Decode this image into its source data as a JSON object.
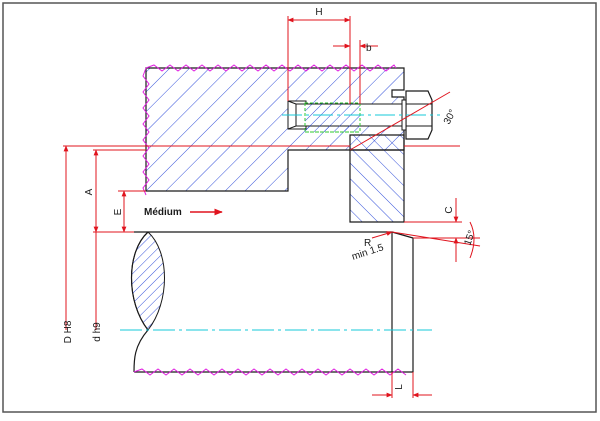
{
  "labels": {
    "H": "H",
    "b": "b",
    "angle_30": "30°",
    "A": "A",
    "E": "E",
    "medium": "Médium",
    "C": "C",
    "R": "R",
    "min15": "min 1.5",
    "angle_15": "15°",
    "DH8": "D H8",
    "dh9": "d h9",
    "L": "L"
  },
  "colors": {
    "outline": "#1a1a1a",
    "hatch": "#1f3fd6",
    "dimension": "#e0141e",
    "break_line": "#e020e0",
    "centerline": "#14c8d8",
    "thread": "#2ec82e",
    "border": "#555555"
  }
}
